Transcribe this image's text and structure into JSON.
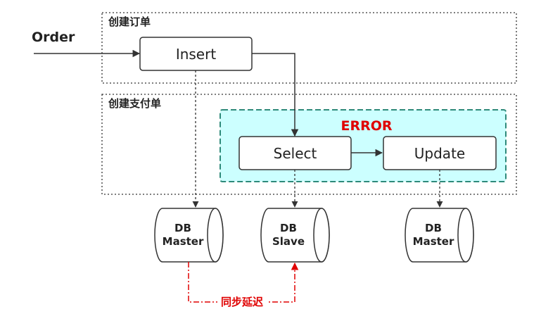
{
  "input": {
    "label": "Order"
  },
  "groups": {
    "create_order": {
      "label": "创建订单"
    },
    "create_payment": {
      "label": "创建支付单"
    },
    "error_zone": {
      "label": "ERROR"
    }
  },
  "steps": {
    "insert": {
      "label": "Insert"
    },
    "select": {
      "label": "Select"
    },
    "update": {
      "label": "Update"
    }
  },
  "databases": {
    "master_1": {
      "line1": "DB",
      "line2": "Master"
    },
    "slave": {
      "line1": "DB",
      "line2": "Slave"
    },
    "master_2": {
      "line1": "DB",
      "line2": "Master"
    }
  },
  "replication": {
    "label": "同步延迟"
  },
  "colors": {
    "error_bg": "#ccffff",
    "error_border": "#2e8a7a",
    "error_text": "#e00000",
    "replication_line": "#e00000",
    "stroke": "#333333"
  }
}
